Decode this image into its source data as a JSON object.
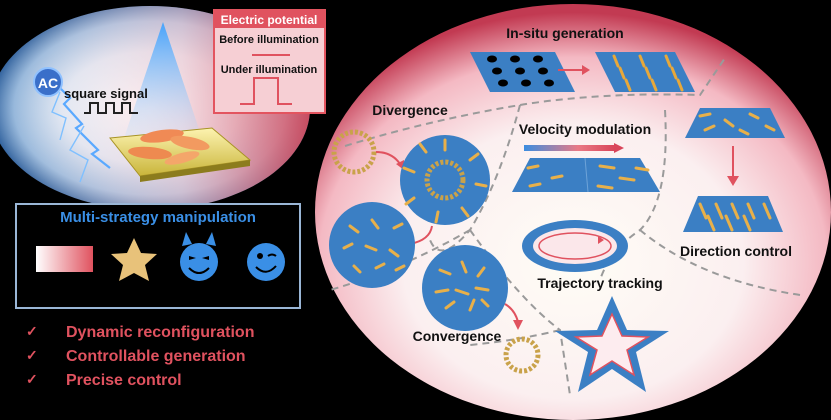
{
  "left_panel": {
    "ac_label": "AC",
    "signal_label": "square signal",
    "legend": {
      "title": "Electric potential",
      "before": "Before illumination",
      "under": "Under illumination"
    },
    "strategy": {
      "title": "Multi-strategy manipulation",
      "icons": [
        "gradient-bar-icon",
        "star-icon",
        "devil-face-icon",
        "wink-face-icon"
      ]
    },
    "checklist": [
      "Dynamic reconfiguration",
      "Controllable generation",
      "Precise control"
    ]
  },
  "right_panel": {
    "labels": {
      "in_situ": "In-situ generation",
      "divergence": "Divergence",
      "velocity": "Velocity modulation",
      "direction": "Direction control",
      "trajectory": "Trajectory tracking",
      "convergence": "Convergence"
    }
  },
  "colors": {
    "accent_red": "#e0525f",
    "title_blue": "#3a8fe6",
    "plate_blue": "#3b7fc4",
    "star_gold": "#e8c27a"
  }
}
